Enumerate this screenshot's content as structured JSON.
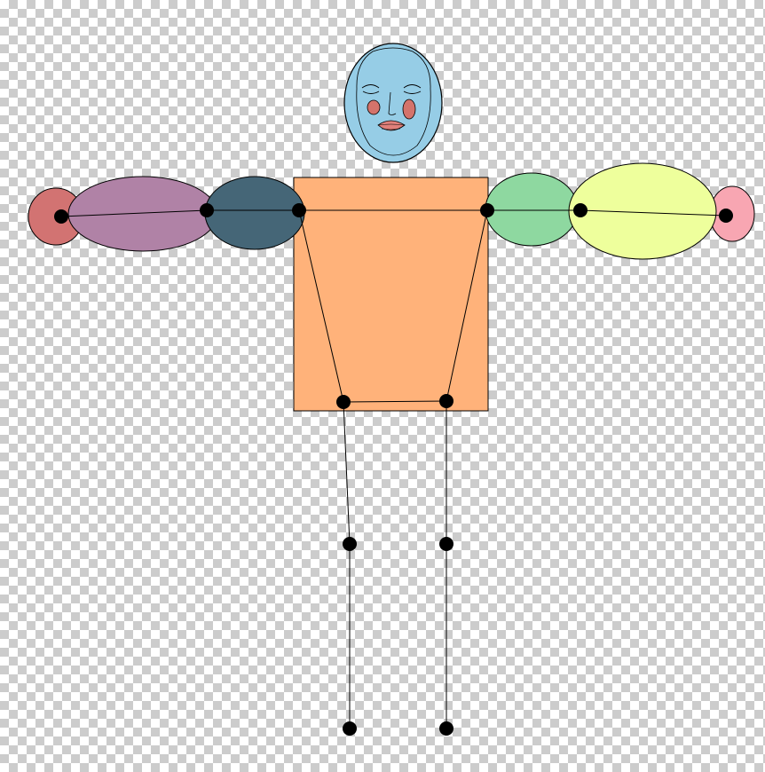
{
  "background": "transparency-checkerboard",
  "colors": {
    "head": "#96cde6",
    "cheek": "#d4736b",
    "mouth": "#e0807a",
    "torso": "#ffb27a",
    "left_hand": "#d27372",
    "left_forearm": "#b082a6",
    "left_upper_arm": "#456677",
    "right_upper_arm": "#8ed8a0",
    "right_forearm": "#eeff9c",
    "right_hand": "#f8a6b2",
    "outline": "#000000",
    "joint": "#000000"
  },
  "parts": [
    "head",
    "torso",
    "left-hand",
    "left-forearm",
    "left-upper-arm",
    "right-upper-arm",
    "right-forearm",
    "right-hand"
  ],
  "joints": [
    "left-wrist",
    "left-elbow",
    "left-shoulder",
    "right-shoulder",
    "right-elbow",
    "right-wrist",
    "left-hip",
    "right-hip",
    "left-knee",
    "right-knee",
    "left-ankle",
    "right-ankle"
  ]
}
